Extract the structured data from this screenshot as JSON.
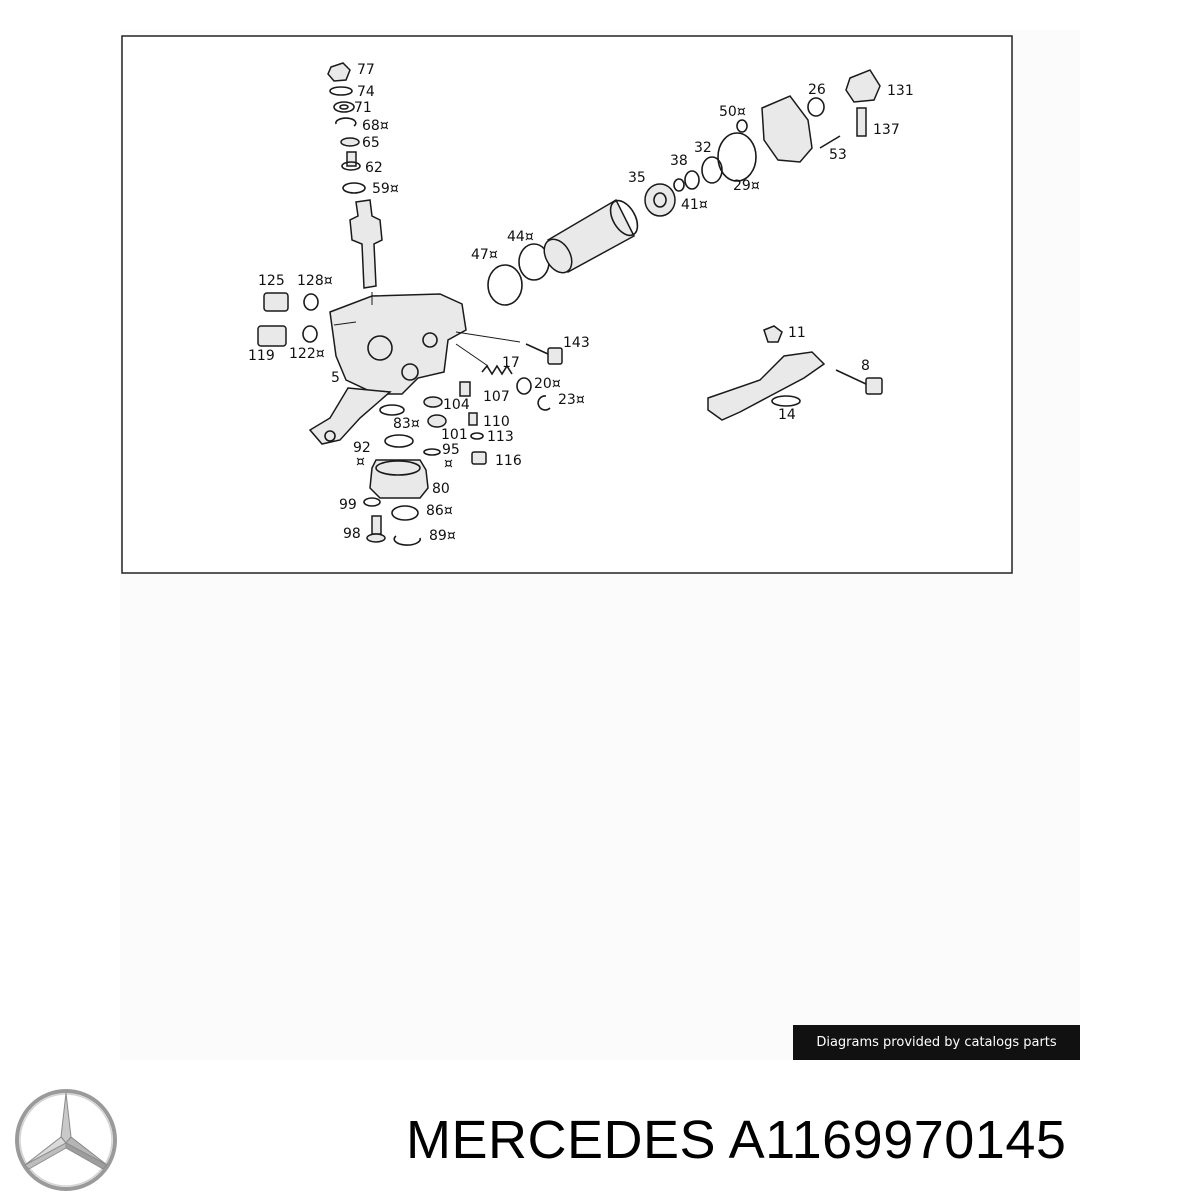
{
  "diagram": {
    "labels": [
      "77",
      "74",
      "71",
      "68¤",
      "65",
      "62",
      "59¤",
      "50¤",
      "26",
      "131",
      "137",
      "53",
      "32",
      "38",
      "35",
      "29¤",
      "41¤",
      "44¤",
      "47¤",
      "125",
      "128¤",
      "119",
      "122¤",
      "5",
      "143",
      "17",
      "11",
      "8",
      "14",
      "104",
      "107",
      "20¤",
      "23¤",
      "83¤",
      "110",
      "101",
      "113",
      "92",
      "¤",
      "95",
      "¤",
      "116",
      "80",
      "99",
      "86¤",
      "98",
      "89¤"
    ]
  },
  "credit": {
    "text": "Diagrams provided by catalogs parts"
  },
  "brand": {
    "title": "MERCEDES A1169970145",
    "logo_icon": "mercedes-star-icon"
  }
}
